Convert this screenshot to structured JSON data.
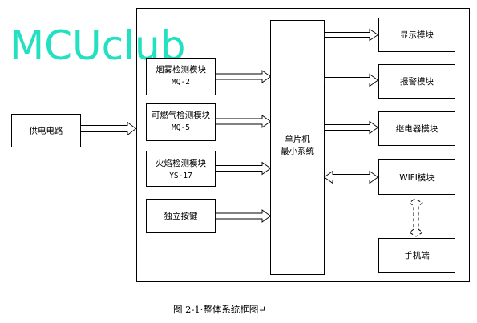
{
  "watermark": "MCUclub",
  "power": {
    "label": "供电电路"
  },
  "inputs": [
    {
      "name": "烟雾检测模块",
      "model": "MQ-2"
    },
    {
      "name": "可燃气检测模块",
      "model": "MQ-5"
    },
    {
      "name": "火焰检测模块",
      "model": "YS-17"
    },
    {
      "name": "独立按键"
    }
  ],
  "mcu": {
    "line1": "单片机",
    "line2": "最小系统"
  },
  "outputs": [
    {
      "name": "显示模块"
    },
    {
      "name": "报警模块"
    },
    {
      "name": "继电器模块"
    }
  ],
  "wifi": {
    "label": "WIFI模块"
  },
  "phone": {
    "label": "手机端"
  },
  "caption": "图 2-1·整体系统框图↵"
}
